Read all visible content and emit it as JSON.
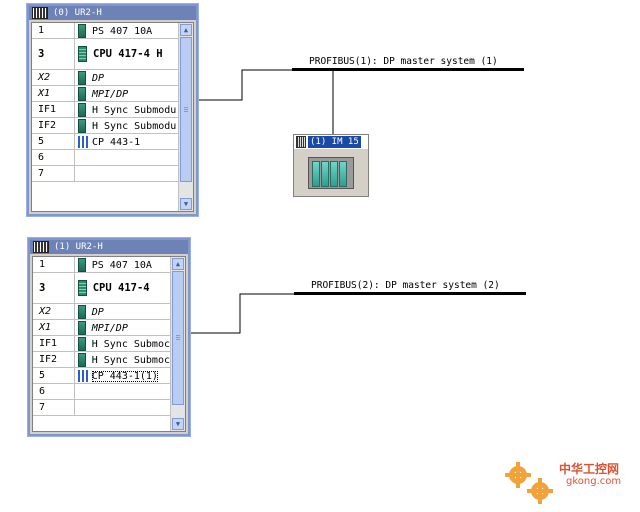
{
  "racks": [
    {
      "title": "(0) UR2-H",
      "slots": [
        {
          "num": "1",
          "module": "PS 407 10A",
          "icon": "module-icon"
        },
        {
          "num": "3",
          "module": "CPU 417-4 H",
          "icon": "cpu-icon"
        },
        {
          "num": "X2",
          "module": "DP",
          "icon": "module-icon"
        },
        {
          "num": "X1",
          "module": "MPI/DP",
          "icon": "module-icon"
        },
        {
          "num": "IF1",
          "module": "H Sync Submodu",
          "icon": "module-icon"
        },
        {
          "num": "IF2",
          "module": "H Sync Submodu",
          "icon": "module-icon"
        },
        {
          "num": "5",
          "module": "CP 443-1",
          "icon": "network-module-icon"
        },
        {
          "num": "6",
          "module": ""
        },
        {
          "num": "7",
          "module": ""
        }
      ]
    },
    {
      "title": "(1) UR2-H",
      "slots": [
        {
          "num": "1",
          "module": "PS 407 10A",
          "icon": "module-icon"
        },
        {
          "num": "3",
          "module": "CPU 417-4",
          "icon": "cpu-icon"
        },
        {
          "num": "X2",
          "module": "DP",
          "icon": "module-icon"
        },
        {
          "num": "X1",
          "module": "MPI/DP",
          "icon": "module-icon"
        },
        {
          "num": "IF1",
          "module": "H Sync Submoc",
          "icon": "module-icon"
        },
        {
          "num": "IF2",
          "module": "H Sync Submoc",
          "icon": "module-icon"
        },
        {
          "num": "5",
          "module": "CP 443-1(1)",
          "icon": "network-module-icon"
        },
        {
          "num": "6",
          "module": ""
        },
        {
          "num": "7",
          "module": ""
        }
      ]
    }
  ],
  "buses": [
    {
      "label": "PROFIBUS(1): DP master system (1)"
    },
    {
      "label": "PROFIBUS(2): DP master system (2)"
    }
  ],
  "slave": {
    "label": "(1) IM 15"
  },
  "watermark": {
    "brand": "中华工控网",
    "site": "gkong.com"
  },
  "colors": {
    "titlebar": "#6d83b8",
    "frame": "#7f96cf",
    "bus": "#000000"
  }
}
